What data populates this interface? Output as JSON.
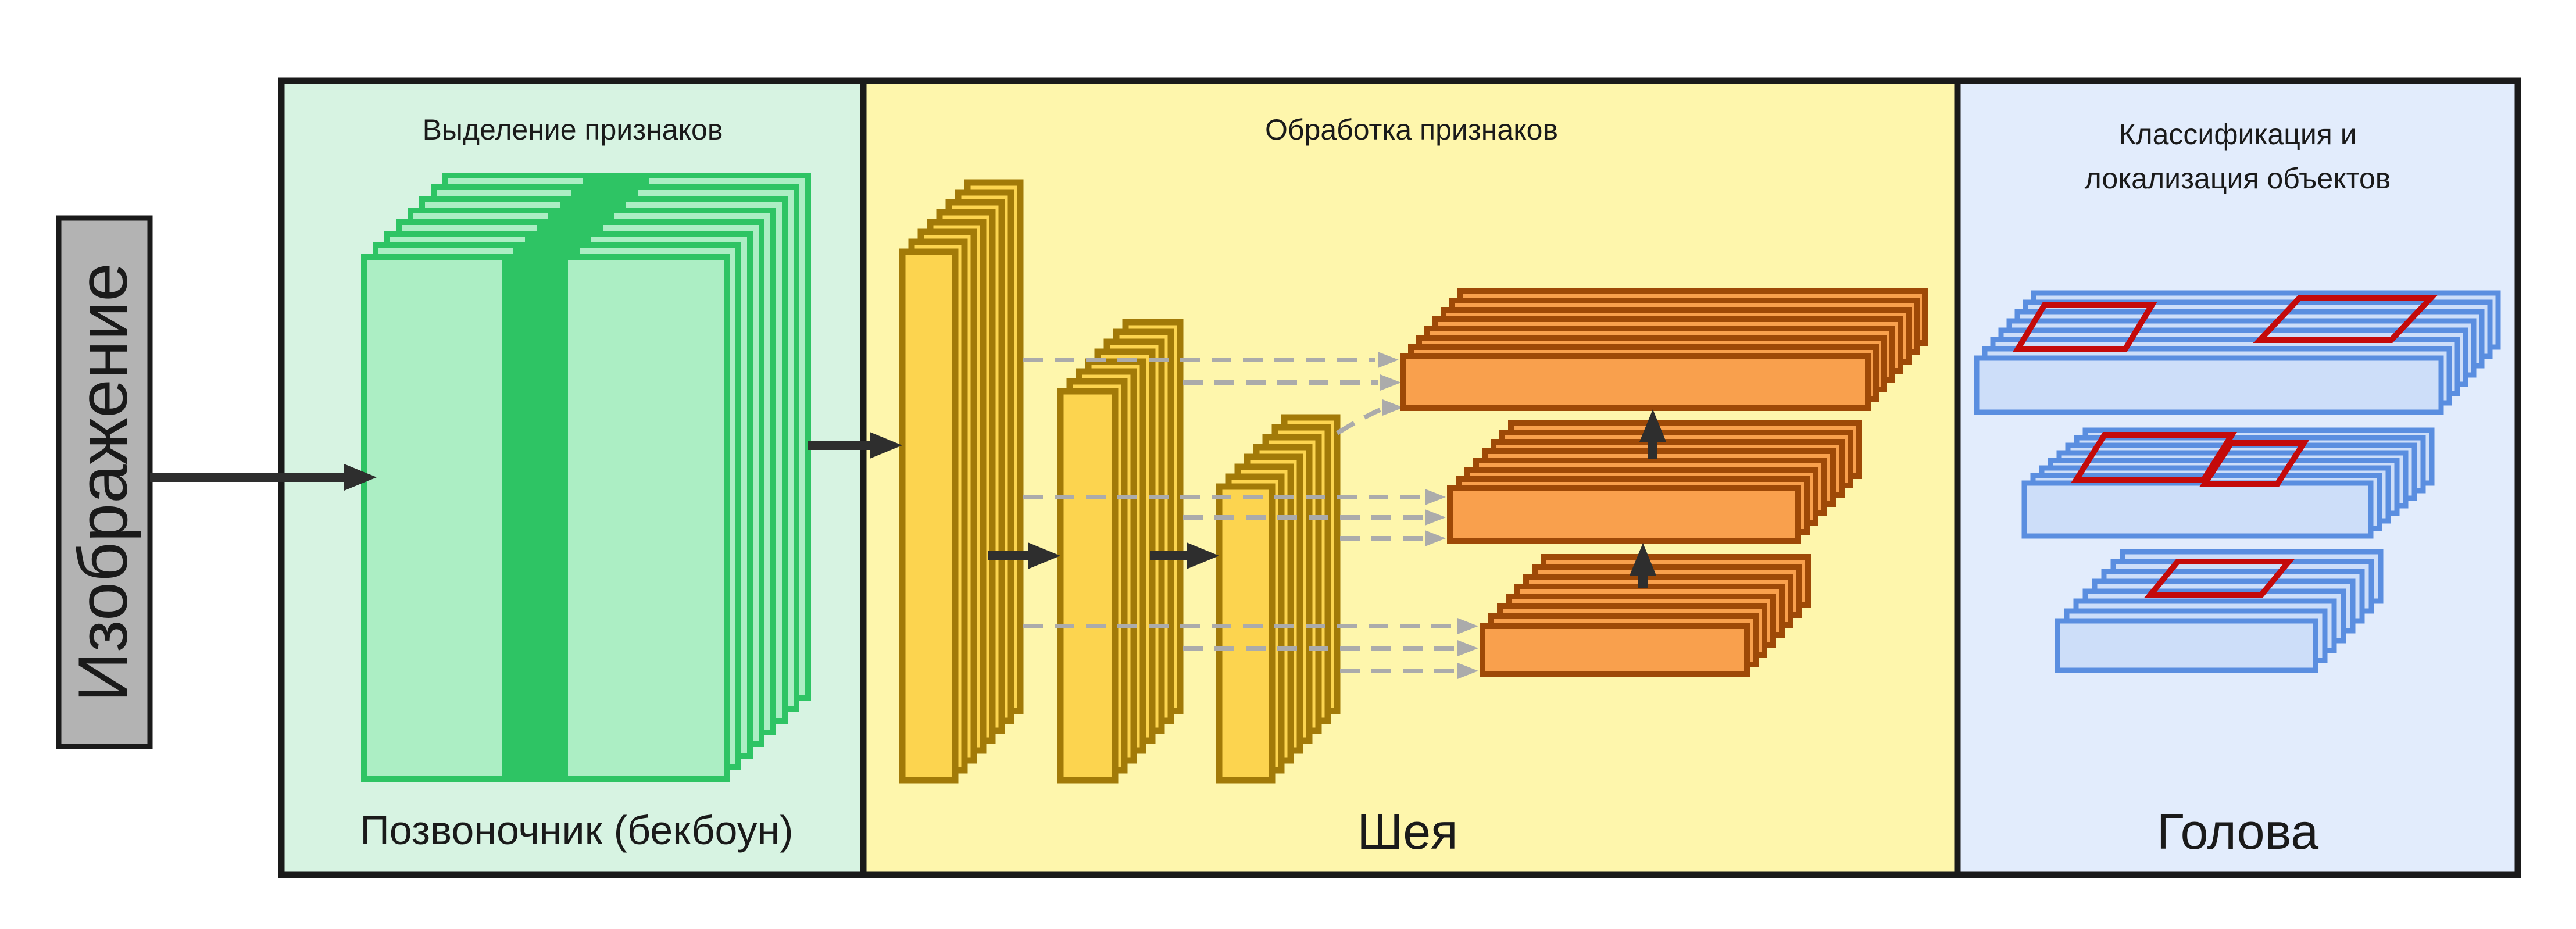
{
  "diagram": {
    "input": {
      "label": "Изображение"
    },
    "backbone": {
      "title": "Выделение признаков",
      "label": "Позвоночник (бекбоун)"
    },
    "neck": {
      "title": "Обработка признаков",
      "label": "Шея"
    },
    "head": {
      "title_line1": "Классификация и",
      "title_line2": "локализация объектов",
      "label": "Голова"
    }
  },
  "colors": {
    "text": "#1a1a1a",
    "panel_border": "#1a1a1a",
    "flow_arrow": "#2e2e2e",
    "dashed_arrow": "#ababab",
    "input_fill": "#b3b3b3",
    "backbone_bg": "#d7f3e2",
    "backbone_layer_fill": "#aceec4",
    "backbone_accent": "#2ec464",
    "neck_bg": "#fef6ac",
    "neck_layer_fill": "#fcd44f",
    "neck_layer_border": "#a27a08",
    "neck_out_fill": "#f9a04d",
    "neck_out_border": "#9e4907",
    "head_bg": "#e2ecfc",
    "head_layer_fill": "#cddef9",
    "head_layer_border": "#5a8ee0",
    "detection_box": "#c40a0a"
  }
}
